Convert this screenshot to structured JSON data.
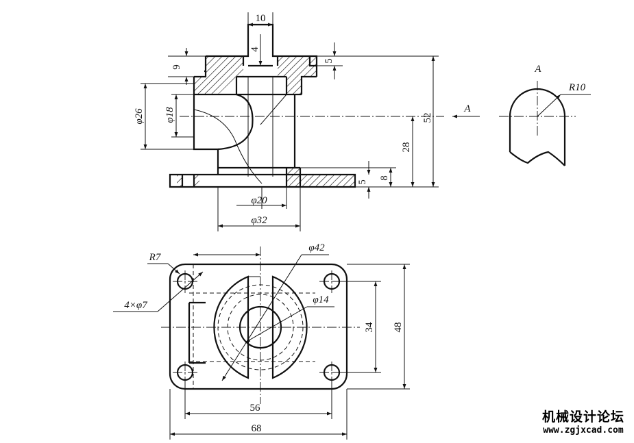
{
  "front_view": {
    "dim_top_width": "10",
    "dim_top_depth": "4",
    "dim_flange_height": "9",
    "dim_top_lip": "5",
    "dim_outer_dia": "φ26",
    "dim_inner_dia": "φ18",
    "dim_total_height": "52",
    "dim_lower_height": "28",
    "dim_base_height": "8",
    "dim_base_lip": "5",
    "dim_bore": "φ20",
    "dim_boss": "φ32",
    "section_arrow_label": "A"
  },
  "side_view": {
    "label": "A",
    "radius": "R10"
  },
  "top_view": {
    "corner_radius": "R7",
    "holes": "4×φ7",
    "dia_large": "φ42",
    "dia_small": "φ14",
    "dim_hole_spacing_v": "34",
    "dim_height": "48",
    "dim_hole_spacing_h": "56",
    "dim_width": "68"
  },
  "watermark": {
    "site_name": "机械设计论坛",
    "url": "www.zgjxcad.com"
  }
}
